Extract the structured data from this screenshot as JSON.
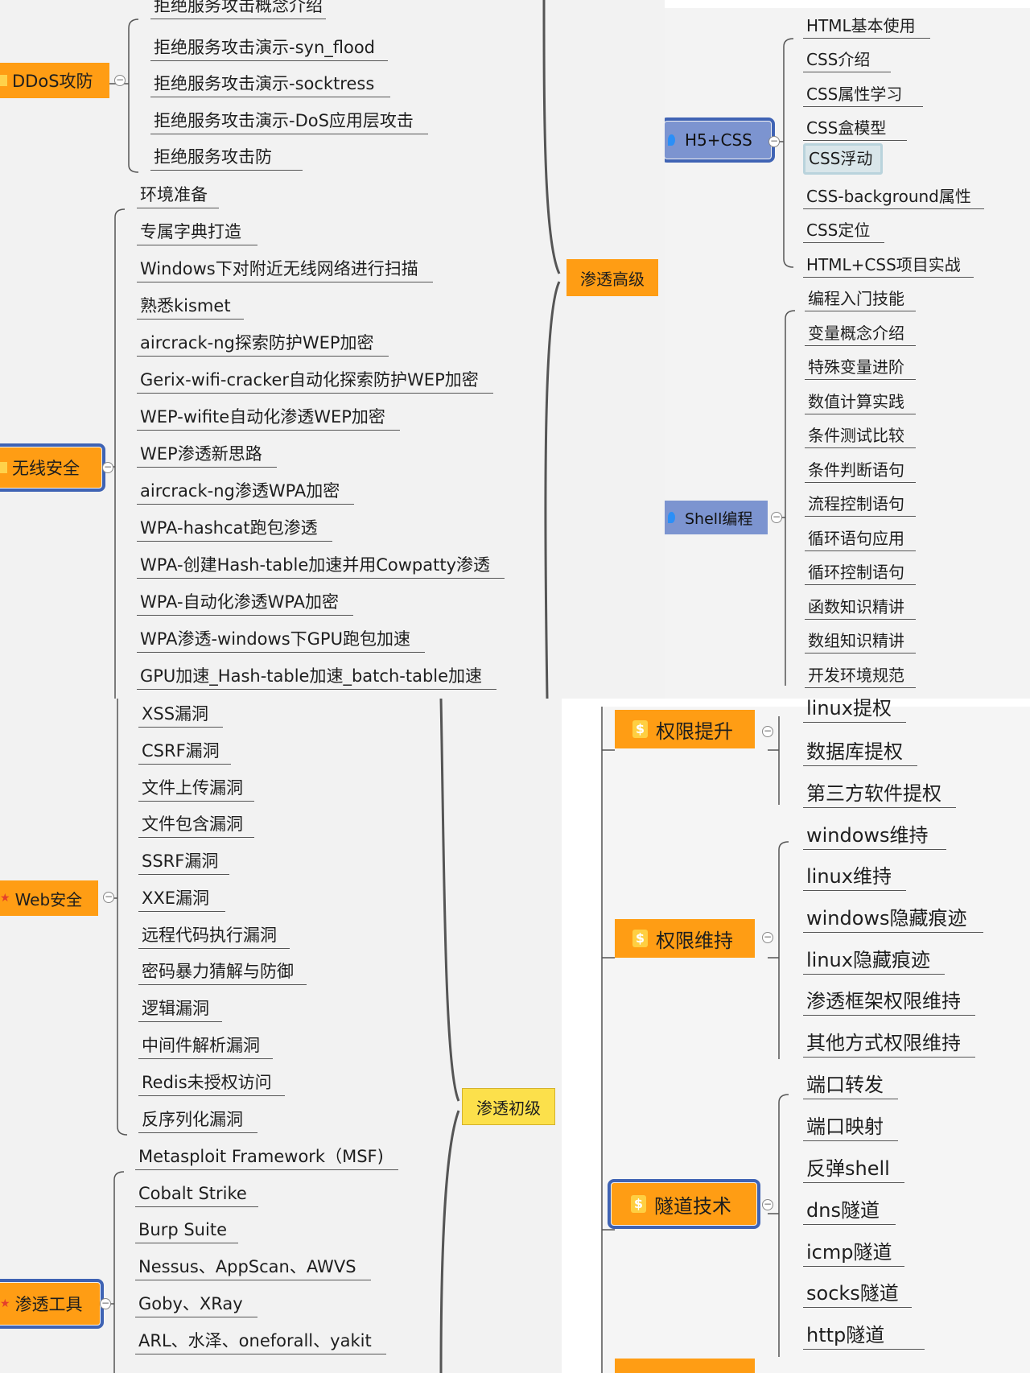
{
  "panels": {
    "top_left": {
      "ddos": {
        "topic": "DDoS攻防",
        "items": [
          "拒绝服务攻击概念介绍",
          "拒绝服务攻击演示-syn_flood",
          "拒绝服务攻击演示-socktress",
          "拒绝服务攻击演示-DoS应用层攻击",
          "拒绝服务攻击防"
        ]
      },
      "wireless": {
        "topic": "无线安全",
        "items": [
          "环境准备",
          "专属字典打造",
          "Windows下对附近无线网络进行扫描",
          "熟悉kismet",
          "aircrack-ng探索防护WEP加密",
          "Gerix-wifi-cracker自动化探索防护WEP加密",
          "WEP-wifite自动化渗透WEP加密",
          "WEP渗透新思路",
          "aircrack-ng渗透WPA加密",
          "WPA-hashcat跑包渗透",
          "WPA-创建Hash-table加速并用Cowpatty渗透",
          "WPA-自动化渗透WPA加密",
          "WPA渗透-windows下GPU跑包加速",
          "GPU加速_Hash-table加速_batch-table加速"
        ]
      },
      "center": "渗透高级"
    },
    "top_right": {
      "h5css": {
        "topic": "H5+CSS",
        "items": [
          "HTML基本使用",
          "CSS介绍",
          "CSS属性学习",
          "CSS盒模型",
          "CSS浮动",
          "CSS-background属性",
          "CSS定位",
          "HTML+CSS项目实战"
        ]
      },
      "shell": {
        "topic": "Shell编程",
        "items": [
          "编程入门技能",
          "变量概念介绍",
          "特殊变量进阶",
          "数值计算实践",
          "条件测试比较",
          "条件判断语句",
          "流程控制语句",
          "循环语句应用",
          "循环控制语句",
          "函数知识精讲",
          "数组知识精讲",
          "开发环境规范"
        ]
      }
    },
    "bottom_left": {
      "web": {
        "topic": "Web安全",
        "items": [
          "XSS漏洞",
          "CSRF漏洞",
          "文件上传漏洞",
          "文件包含漏洞",
          "SSRF漏洞",
          "XXE漏洞",
          "远程代码执行漏洞",
          "密码暴力猜解与防御",
          "逻辑漏洞",
          "中间件解析漏洞",
          "Redis未授权访问",
          "反序列化漏洞"
        ]
      },
      "tools": {
        "topic": "渗透工具",
        "items": [
          "Metasploit Framework（MSF)",
          "Cobalt Strike",
          "Burp Suite",
          "Nessus、AppScan、AWVS",
          "Goby、XRay",
          "ARL、水泽、oneforall、yakit"
        ]
      },
      "center": "渗透初级"
    },
    "bottom_right": {
      "privesc": {
        "topic": "权限提升",
        "items": [
          "linux提权",
          "数据库提权",
          "第三方软件提权"
        ]
      },
      "persist": {
        "topic": "权限维持",
        "items": [
          "windows维持",
          "linux维持",
          "windows隐藏痕迹",
          "linux隐藏痕迹",
          "渗透框架权限维持",
          "其他方式权限维持"
        ]
      },
      "tunnel": {
        "topic": "隧道技术",
        "items": [
          "端口转发",
          "端口映射",
          "反弹shell",
          "dns隧道",
          "icmp隧道",
          "socks隧道",
          "http隧道"
        ]
      }
    }
  },
  "colors": {
    "topic_orange": "#ff9d14",
    "topic_yellow": "#fce04b",
    "topic_blue": "#7c94d0",
    "selection_border": "#3f63b4",
    "line": "#555555"
  },
  "icons": [
    "collapse-minus-icon",
    "priority-square-icon",
    "star-icon",
    "dollar-icon",
    "drop-icon"
  ]
}
